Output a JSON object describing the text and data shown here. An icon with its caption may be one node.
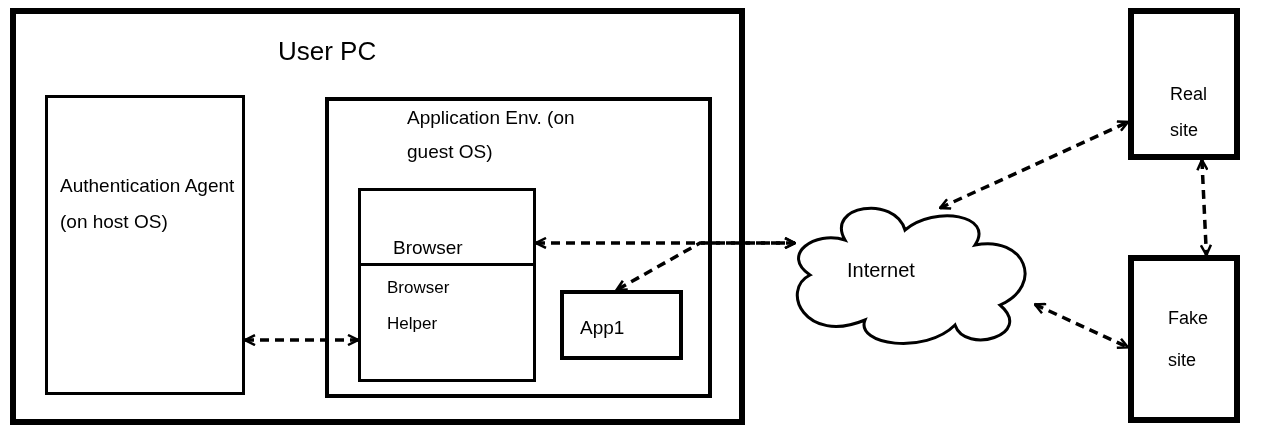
{
  "diagram": {
    "nodes": [
      {
        "text": [
          "User PC"
        ]
      },
      {
        "text": [
          "Authentication Agent (on host OS)"
        ],
        "in": 0
      },
      {
        "text": [
          "Application Env. (on guest OS)"
        ],
        "in": 0
      },
      {
        "text": [
          "Browser"
        ],
        "in": 2
      },
      {
        "text": [
          "Browser Helper"
        ],
        "in": 2
      },
      {
        "text": [
          "App1"
        ],
        "in": 2
      },
      {
        "text": [
          "Internet"
        ]
      },
      {
        "text": [
          "Real site"
        ]
      },
      {
        "text": [
          "Fake site"
        ]
      }
    ],
    "edges": [
      {
        "from": 1,
        "to": 4,
        "arrow": "both",
        "style": "dashed"
      },
      {
        "from": 3,
        "to": 6,
        "arrow": "both",
        "style": "dashed"
      },
      {
        "from": 6,
        "to": 5,
        "arrow": "both",
        "style": "dashed"
      },
      {
        "from": 6,
        "to": 7,
        "arrow": "both",
        "style": "dashed"
      },
      {
        "from": 7,
        "to": 8,
        "arrow": "both",
        "style": "dashed"
      },
      {
        "from": 6,
        "to": 8,
        "arrow": "both",
        "style": "dashed"
      }
    ]
  }
}
